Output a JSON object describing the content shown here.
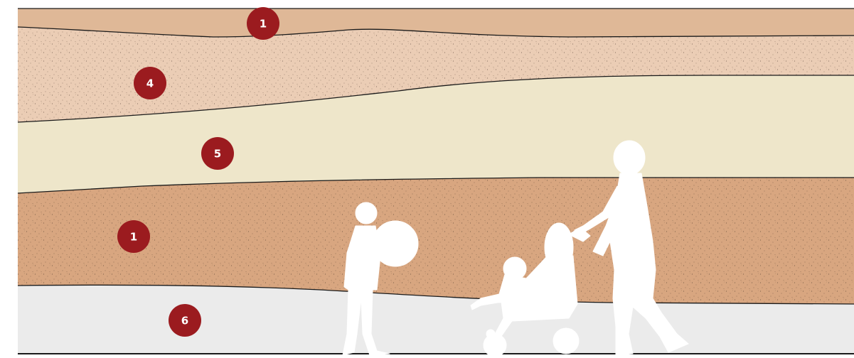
{
  "layers": [
    {
      "id": "top",
      "marker": "1",
      "color": "#dfb897",
      "texture": "plain"
    },
    {
      "id": "upper-sand",
      "marker": "4",
      "color": "#ebcdb5",
      "texture": "speckled"
    },
    {
      "id": "light-band",
      "marker": "5",
      "color": "#eee6ca",
      "texture": "plain"
    },
    {
      "id": "lower-sand",
      "marker": "1",
      "color": "#d8a680",
      "texture": "speckled"
    },
    {
      "id": "ground",
      "marker": "6",
      "color": "#ebebeb",
      "texture": "plain"
    }
  ],
  "badge_color": "#9b1b1f",
  "line_color": "#1a1a1a",
  "figures": [
    "child-with-ball",
    "child-in-stroller",
    "adult-pushing-stroller"
  ]
}
